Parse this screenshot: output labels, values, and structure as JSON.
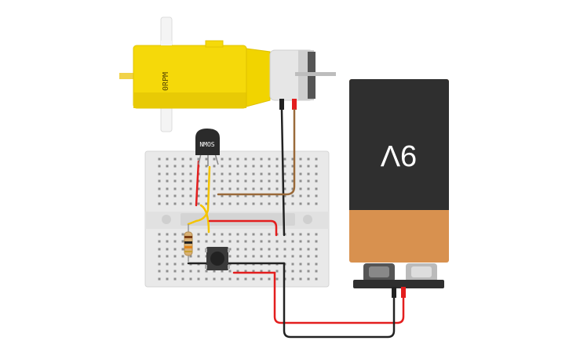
{
  "motor": {
    "label": "0RPM",
    "body_color": "#f5d90a",
    "shade_color": "#e4c400"
  },
  "transistor": {
    "label": "NMOS"
  },
  "battery": {
    "label": "9V",
    "top_color": "#2f2f2f",
    "bottom_color": "#d8914f"
  },
  "wire_colors": {
    "red": "#e31e1e",
    "black": "#222222",
    "yellow": "#f5c400",
    "brown": "#9a6a3a"
  },
  "components": [
    "dc-motor",
    "nmos-transistor",
    "resistor",
    "push-button",
    "9v-battery",
    "breadboard"
  ]
}
